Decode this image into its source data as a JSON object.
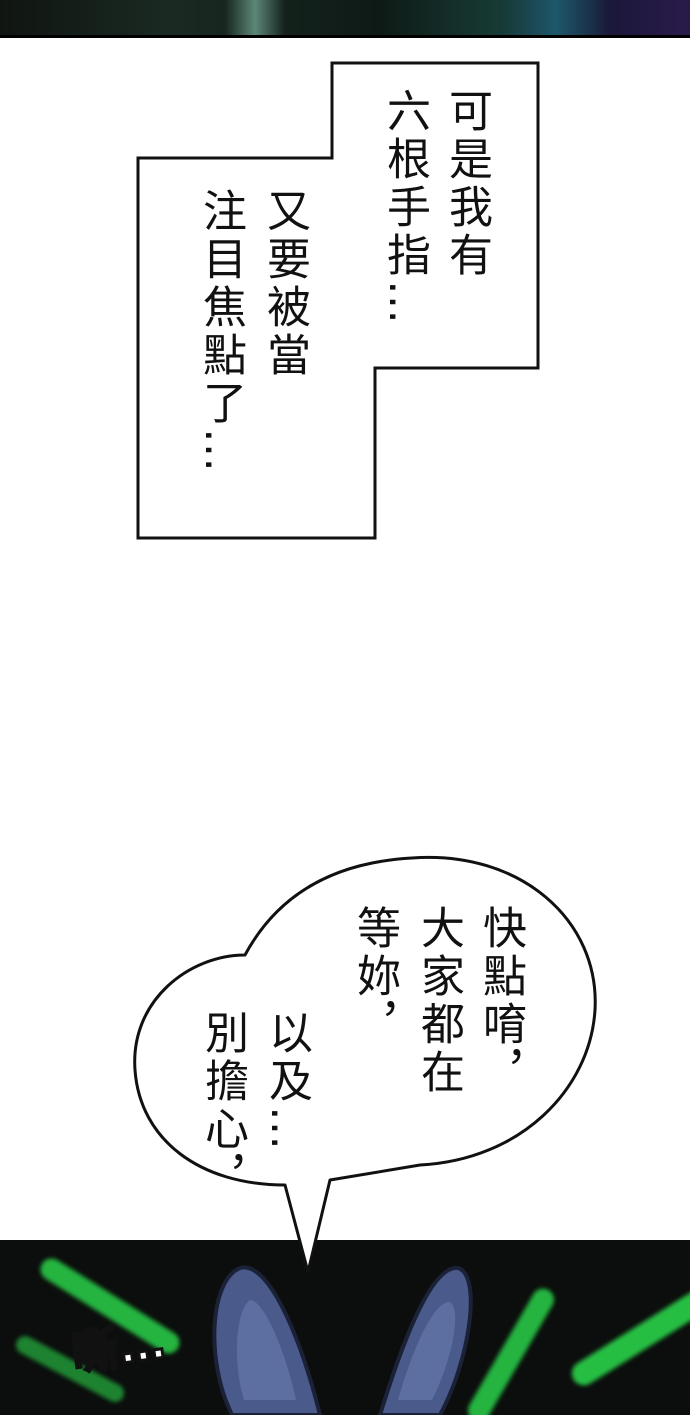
{
  "caption_box": {
    "columns": [
      "可是我有",
      "六根手指…",
      "又要被當",
      "注目焦點了…"
    ]
  },
  "speech_bubble": {
    "columns": [
      "快點唷，",
      "大家都在",
      "等妳，",
      "以及…",
      "別擔心，"
    ]
  },
  "sound_effect": {
    "text": "嘶…"
  },
  "colors": {
    "panel_dark": "#0b0e0c",
    "beam_green": "#39e35a",
    "rabbit_blue": "#4a5a8a"
  }
}
